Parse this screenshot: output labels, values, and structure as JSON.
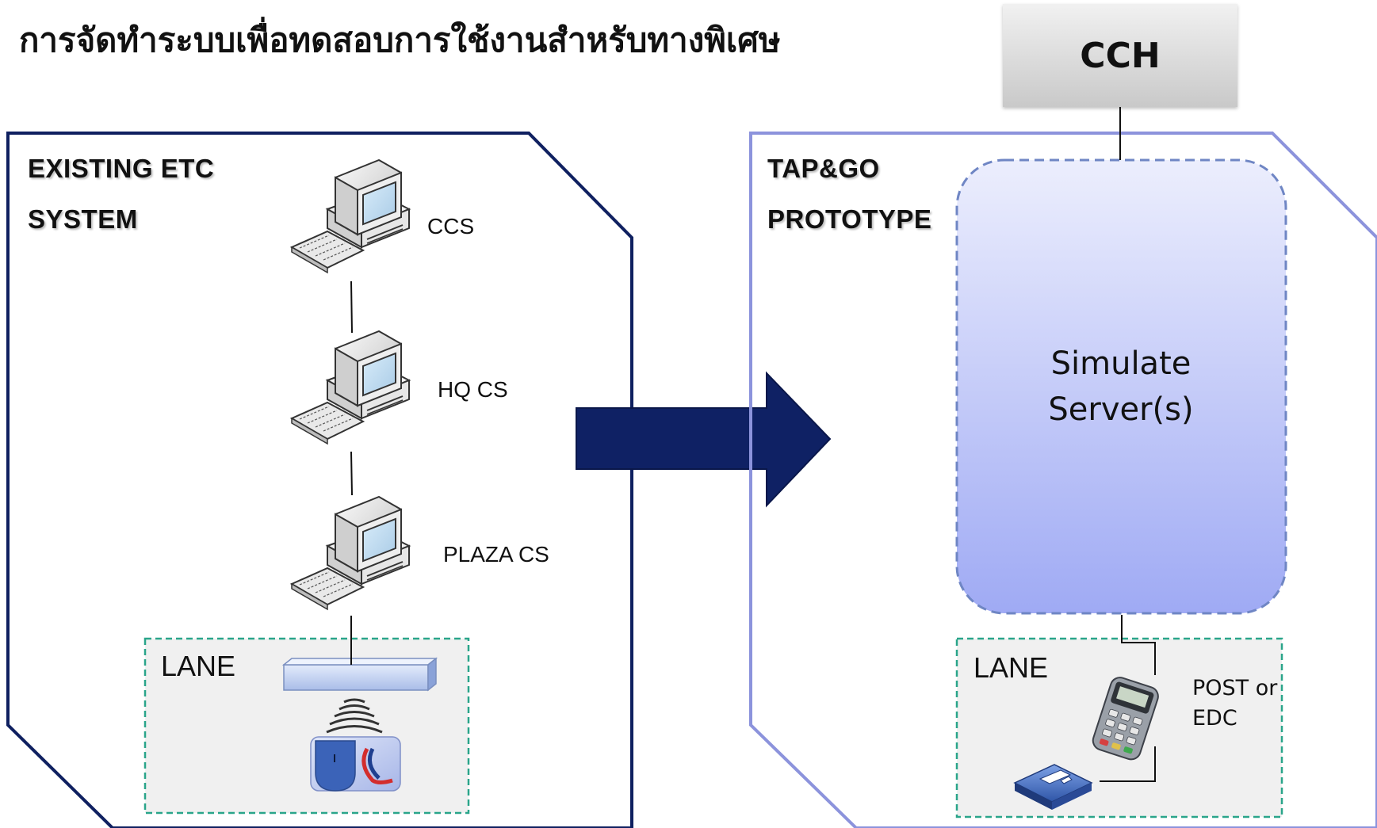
{
  "title": "การจัดทำระบบเพื่อทดสอบการใช้งานสำหรับทางพิเศษ",
  "left_panel": {
    "label_line1": "EXISTING ETC",
    "label_line2": "SYSTEM",
    "nodes": [
      "CCS",
      "HQ CS",
      "PLAZA CS"
    ],
    "lane_label": "LANE"
  },
  "right_panel": {
    "label_line1": "TAP&GO",
    "label_line2": "PROTOTYPE",
    "cch_label": "CCH",
    "server_line1": "Simulate",
    "server_line2": "Server(s)",
    "lane_label": "LANE",
    "device_line1": "POST or",
    "device_line2": "EDC"
  },
  "colors": {
    "left_border": "#0f2060",
    "right_border": "#8c93dc",
    "arrow": "#0f2164",
    "lane_border": "#2aa58a",
    "lane_fill": "#f0f0f0",
    "server_top": "#eceefd",
    "server_bottom": "#9faaf4",
    "server_border": "#6f86c4"
  },
  "icons": [
    "computer-icon",
    "rfid-reader-icon",
    "etc-card-icon",
    "payment-terminal-icon",
    "card-reader-icon"
  ]
}
